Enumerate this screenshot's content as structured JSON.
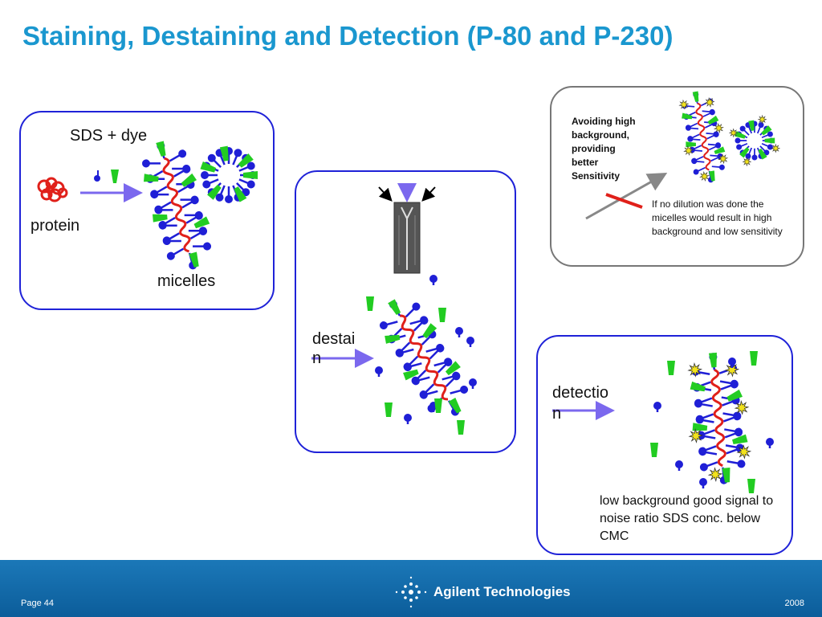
{
  "slide": {
    "title": "Staining, Destaining and Detection (P-80 and P-230)"
  },
  "stain_panel": {
    "sds_dye_label": "SDS + dye",
    "protein_label": "protein",
    "micelles_label": "micelles"
  },
  "destain_panel": {
    "destain_label_line1": "destai",
    "destain_label_line2": "n"
  },
  "dilution_panel": {
    "avoid_note_lines": [
      "Avoiding high",
      "background,",
      "providing",
      "better",
      "Sensitivity"
    ],
    "no_dilution_note": "If no dilution was done the micelles would result in high background and low sensitivity"
  },
  "detection_panel": {
    "detection_label_line1": "detectio",
    "detection_label_line2": "n",
    "result_note": "low background good signal to noise ratio SDS conc. below CMC"
  },
  "footer": {
    "page_label": "Page 44",
    "company": "Agilent Technologies",
    "year": "2008"
  },
  "colors": {
    "title": "#1a97cf",
    "panel_border": "#1f22d8",
    "surfactant": "#1f1fd6",
    "protein_chain": "#e0201a",
    "dye": "#22cc22",
    "arrow": "#7b68ee",
    "fluorescence": "#f2e21c",
    "footer_bg": "#0c5d9a"
  }
}
